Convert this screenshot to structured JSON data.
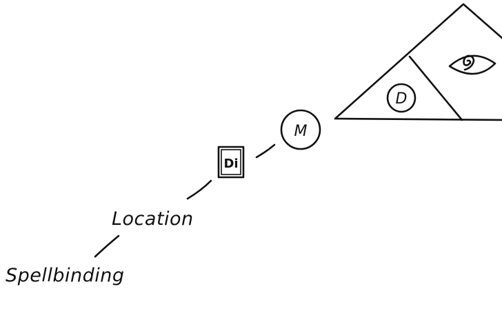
{
  "labels": {
    "spellbinding": "Spellbinding",
    "location": "Location"
  },
  "nodes": {
    "square": "Di",
    "circle": "M",
    "triangle_circle": "D"
  },
  "icons": {
    "triangle_top_right": "eye-spiral-icon"
  },
  "colors": {
    "ink": "#111111",
    "background": "#ffffff"
  }
}
